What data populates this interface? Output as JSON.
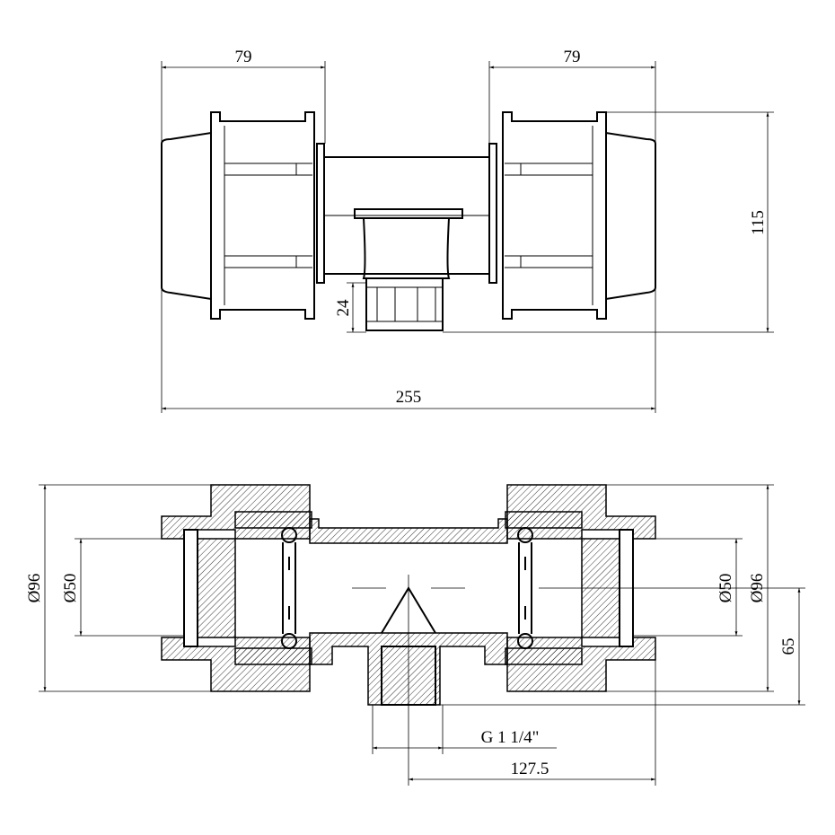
{
  "top_view": {
    "dim_left_width": "79",
    "dim_right_width": "79",
    "dim_height": "115",
    "dim_outlet": "24",
    "dim_total_length": "255"
  },
  "section_view": {
    "dim_left_outer_dia": "Ø96",
    "dim_left_inner_dia": "Ø50",
    "dim_right_inner_dia": "Ø50",
    "dim_right_outer_dia": "Ø96",
    "dim_outlet_height": "65",
    "dim_thread": "G 1 1/4\"",
    "dim_half_length": "127.5"
  }
}
